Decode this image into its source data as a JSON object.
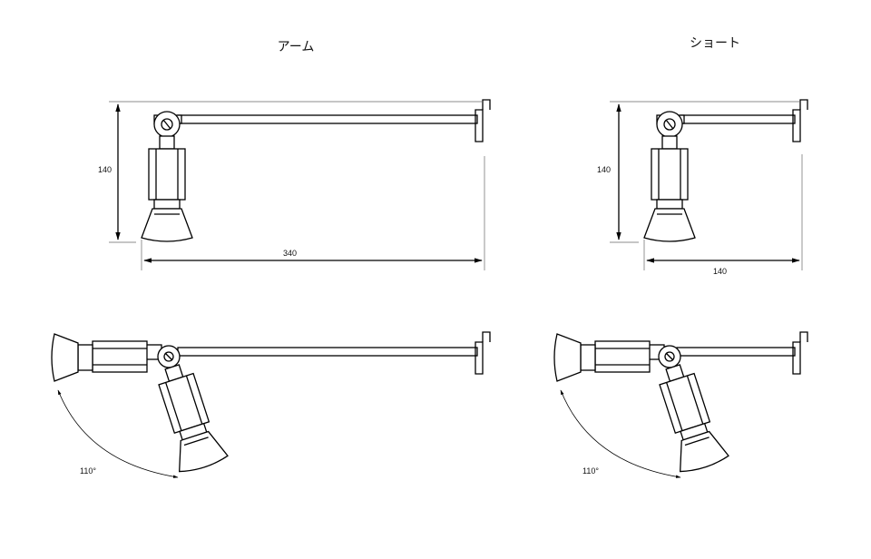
{
  "labels": {
    "arm_title": "アーム",
    "short_title": "ショート",
    "arm_height": "140",
    "arm_length": "340",
    "short_height": "140",
    "short_length": "140",
    "arm_angle": "110°",
    "short_angle": "110°"
  }
}
